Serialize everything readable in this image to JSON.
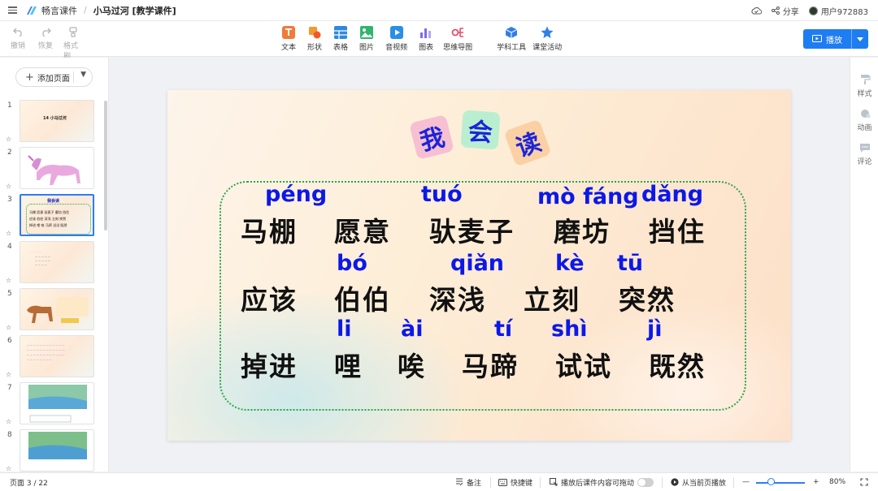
{
  "topbar": {
    "app_name": "畅言课件",
    "slash": "/",
    "doc_title": "小马过河 [教学课件]",
    "share_label": "分享",
    "user_label": "用户972883"
  },
  "toolbar": {
    "undo": "撤销",
    "redo": "恢复",
    "format_brush": "格式刷",
    "tools": [
      {
        "label": "文本",
        "icon": "text-icon",
        "color": "#f07b3a"
      },
      {
        "label": "形状",
        "icon": "shape-icon",
        "color": "#f39a2c"
      },
      {
        "label": "表格",
        "icon": "table-icon",
        "color": "#2f89e0"
      },
      {
        "label": "图片",
        "icon": "image-icon",
        "color": "#2fb56d"
      },
      {
        "label": "音视频",
        "icon": "video-icon",
        "color": "#2b8fe6"
      },
      {
        "label": "图表",
        "icon": "chart-icon",
        "color": "#7f6ce5"
      },
      {
        "label": "思维导图",
        "icon": "mindmap-icon",
        "color": "#e94a6a"
      },
      {
        "label": "学科工具",
        "icon": "cube-icon",
        "color": "#2f7fe8"
      },
      {
        "label": "课堂活动",
        "icon": "star-icon",
        "color": "#2f7fe8"
      }
    ],
    "play_label": "播放"
  },
  "left_panel": {
    "add_page_label": "添加页面",
    "pages": [
      "1",
      "2",
      "3",
      "4",
      "5",
      "6",
      "7",
      "8"
    ],
    "active_page": 3
  },
  "right_panel": {
    "style_label": "样式",
    "animation_label": "动画",
    "comment_label": "评论"
  },
  "slide": {
    "title_chars": [
      "我",
      "会",
      "读"
    ],
    "rows": [
      {
        "words": [
          "马棚",
          "愿意",
          "驮麦子",
          "磨坊",
          "挡住"
        ],
        "pinyin": [
          "péng",
          "tuó",
          "mò fáng",
          "dǎng"
        ]
      },
      {
        "words": [
          "应该",
          "伯伯",
          "深浅",
          "立刻",
          "突然"
        ],
        "pinyin": [
          "bó",
          "qiǎn",
          "kè",
          "tū"
        ]
      },
      {
        "words": [
          "掉进",
          "哩",
          "唉",
          "马蹄",
          "试试",
          "既然"
        ],
        "pinyin": [
          "li",
          "ài",
          "tí",
          "shì",
          "jì"
        ]
      }
    ]
  },
  "bottombar": {
    "page_indicator": "页面 3 / 22",
    "notes_label": "备注",
    "shortcuts_label": "快捷键",
    "drag_label": "播放后课件内容可拖动",
    "play_from_current": "从当前页播放",
    "zoom_minus": "—",
    "zoom_plus": "+",
    "zoom_value": "80%",
    "zoom_fraction": 0.3
  },
  "colors": {
    "accent": "#1e7df0",
    "pinyin": "#0c18e8",
    "board_border": "#27a64a"
  }
}
